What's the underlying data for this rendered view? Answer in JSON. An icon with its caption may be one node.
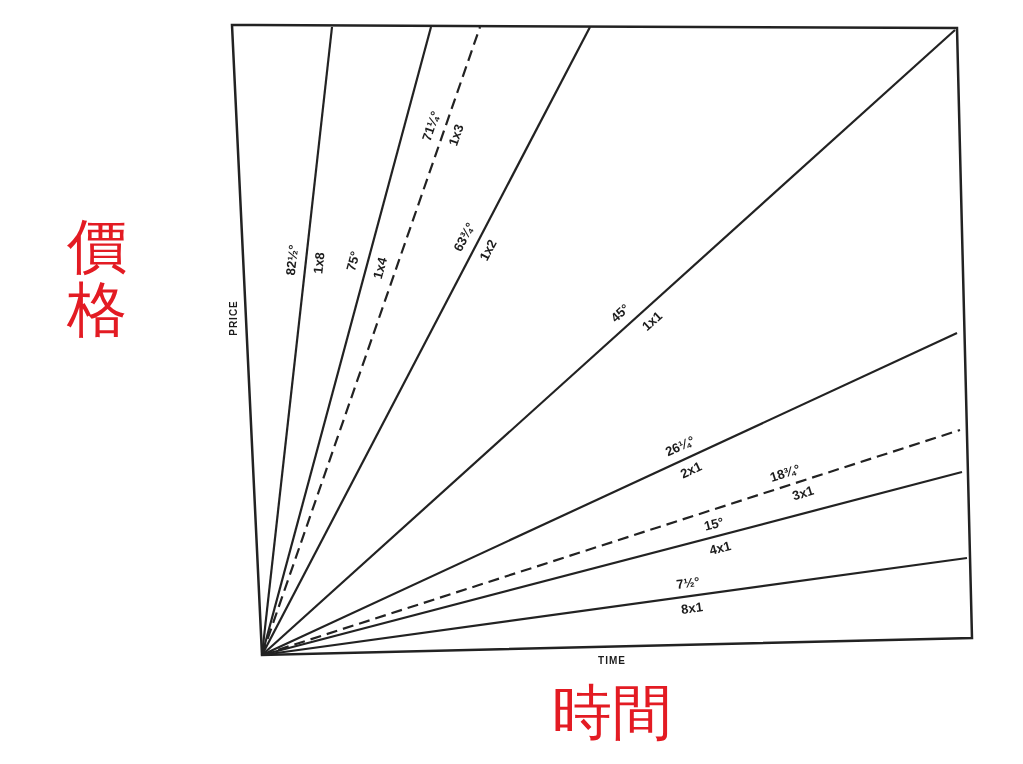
{
  "diagram": {
    "labels": [
      "價格",
      "PRICE",
      "82½°",
      "1x8",
      "75°",
      "1x4",
      "71¼°",
      "1x3",
      "63¾°",
      "1x2",
      "45°",
      "1x1",
      "26¼°",
      "2x1",
      "18¾°",
      "3x1",
      "15°",
      "4x1",
      "7½°",
      "8x1",
      "TIME",
      "時間"
    ]
  }
}
